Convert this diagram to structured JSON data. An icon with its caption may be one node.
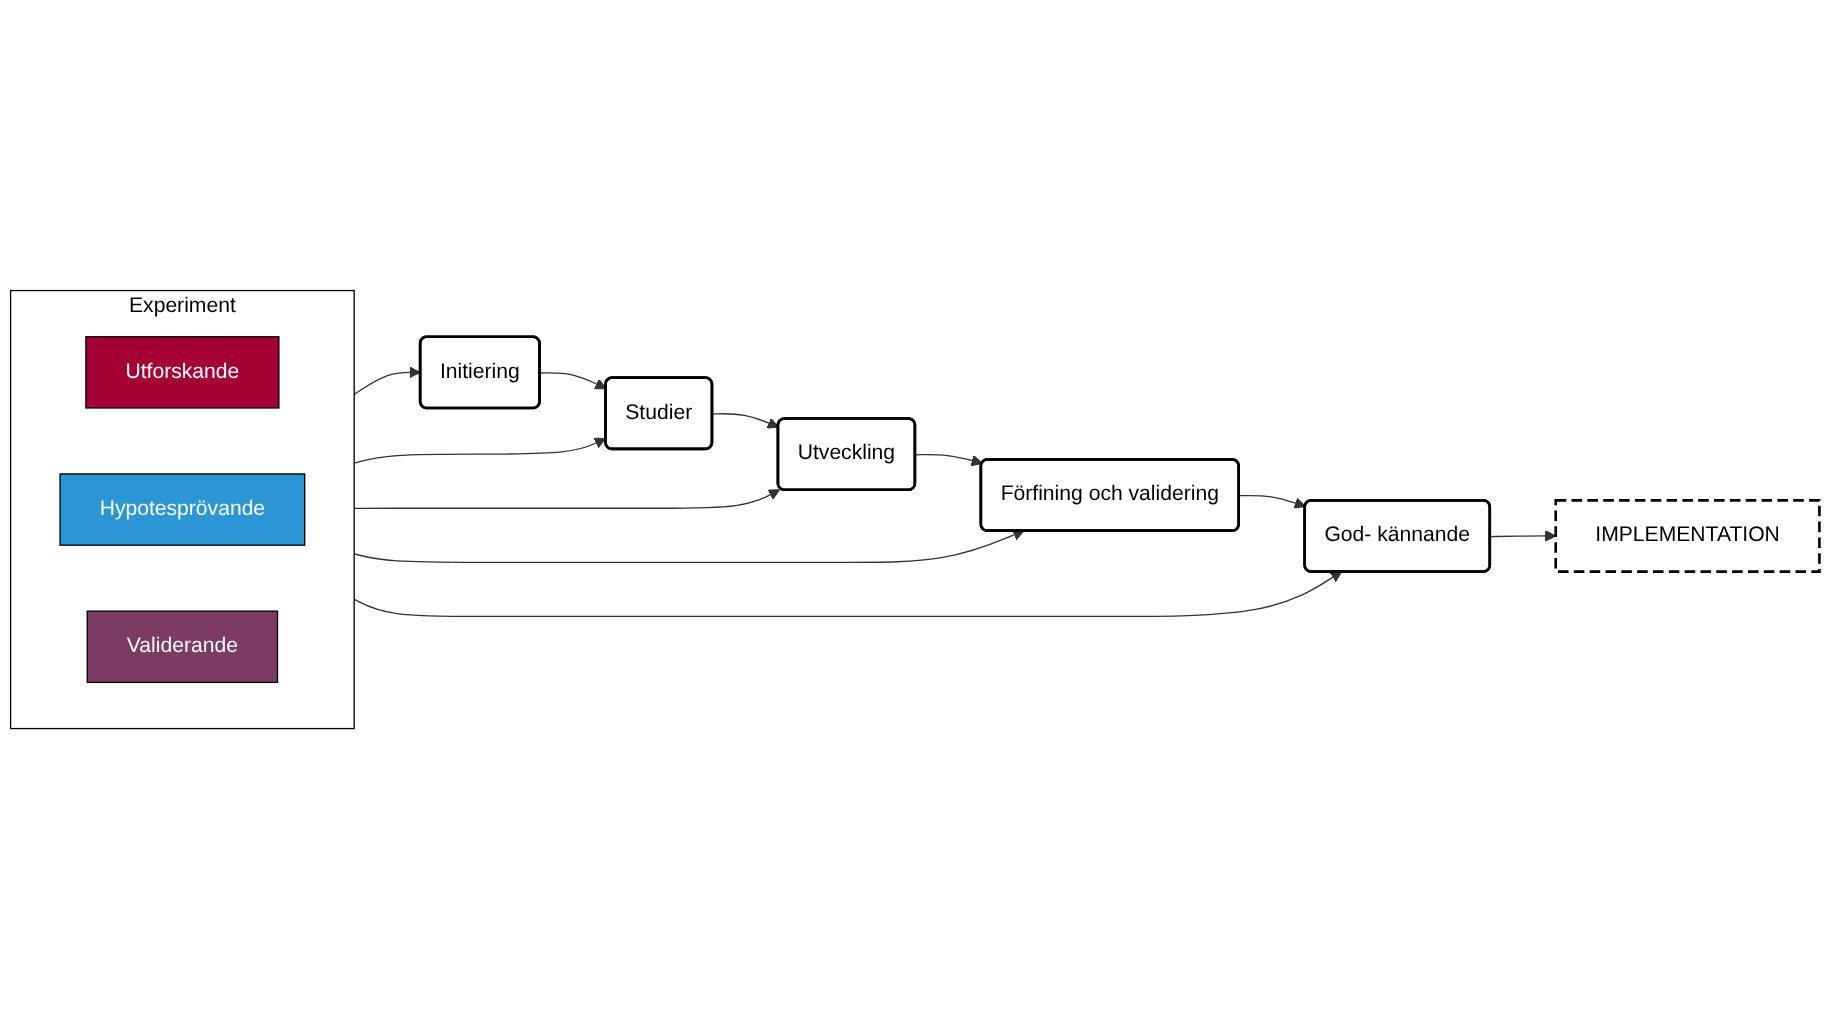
{
  "diagram": {
    "nodes": [
      {
        "text": [
          "Initiering"
        ]
      },
      {
        "text": [
          "Studier"
        ]
      },
      {
        "text": [
          "Utveckling"
        ]
      },
      {
        "text": [
          "Förfining och validering"
        ]
      },
      {
        "text": [
          "God- kännande"
        ]
      },
      {
        "text": [
          "IMPLEMENTATION"
        ]
      },
      {
        "text": [
          "Experiment"
        ]
      },
      {
        "text": [
          "Utforskande"
        ],
        "in": 6
      },
      {
        "text": [
          "Hypotesprövande"
        ],
        "in": 6
      },
      {
        "text": [
          "Validerande"
        ],
        "in": 6
      }
    ],
    "edges": [
      {
        "from": 0,
        "to": 1,
        "arrow": "to"
      },
      {
        "from": 1,
        "to": 2,
        "arrow": "to"
      },
      {
        "from": 2,
        "to": 3,
        "arrow": "to"
      },
      {
        "from": 3,
        "to": 4,
        "arrow": "to"
      },
      {
        "from": 4,
        "to": 5,
        "arrow": "to"
      },
      {
        "from": 6,
        "to": 0,
        "arrow": "to"
      },
      {
        "from": 6,
        "to": 1,
        "arrow": "to"
      },
      {
        "from": 6,
        "to": 2,
        "arrow": "to"
      },
      {
        "from": 6,
        "to": 3,
        "arrow": "to"
      },
      {
        "from": 6,
        "to": 4,
        "arrow": "to"
      }
    ]
  }
}
